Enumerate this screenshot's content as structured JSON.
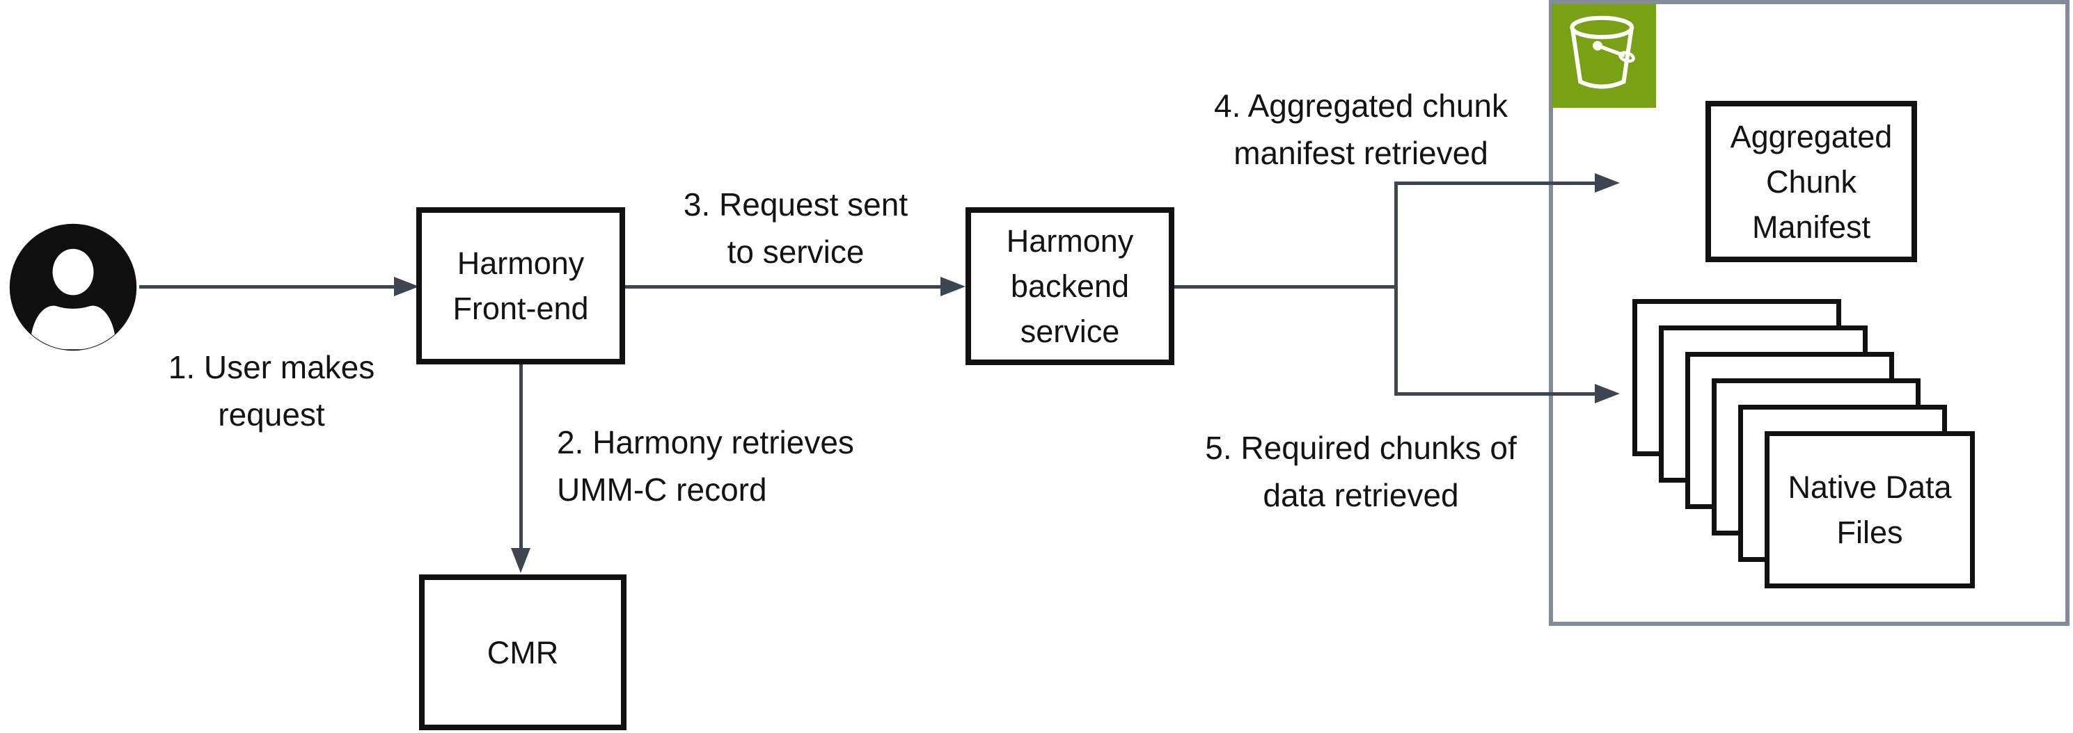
{
  "colors": {
    "connector": "#3d4650",
    "node_border": "#111111",
    "container_border": "#828c9b",
    "bucket_green": "#7aa116",
    "icon_fill": "#0f0f0f",
    "text": "#131313",
    "background": "#ffffff"
  },
  "nodes": {
    "frontend": {
      "lines": [
        "Harmony",
        "Front-end"
      ]
    },
    "backend": {
      "lines": [
        "Harmony",
        "backend",
        "service"
      ]
    },
    "cmr": {
      "lines": [
        "CMR"
      ]
    },
    "manifest": {
      "lines": [
        "Aggregated",
        "Chunk",
        "Manifest"
      ]
    },
    "native_files": {
      "lines": [
        "Native Data",
        "Files"
      ]
    }
  },
  "steps": {
    "step1": {
      "lines": [
        "1. User makes",
        "request"
      ]
    },
    "step2": {
      "lines": [
        "2. Harmony retrieves",
        "UMM-C record"
      ]
    },
    "step3": {
      "lines": [
        "3. Request sent",
        "to service"
      ]
    },
    "step4": {
      "lines": [
        "4. Aggregated chunk",
        "manifest retrieved"
      ]
    },
    "step5": {
      "lines": [
        "5. Required chunks of",
        "data retrieved"
      ]
    }
  },
  "icons": {
    "user": "user-icon",
    "bucket": "s3-bucket-icon"
  }
}
